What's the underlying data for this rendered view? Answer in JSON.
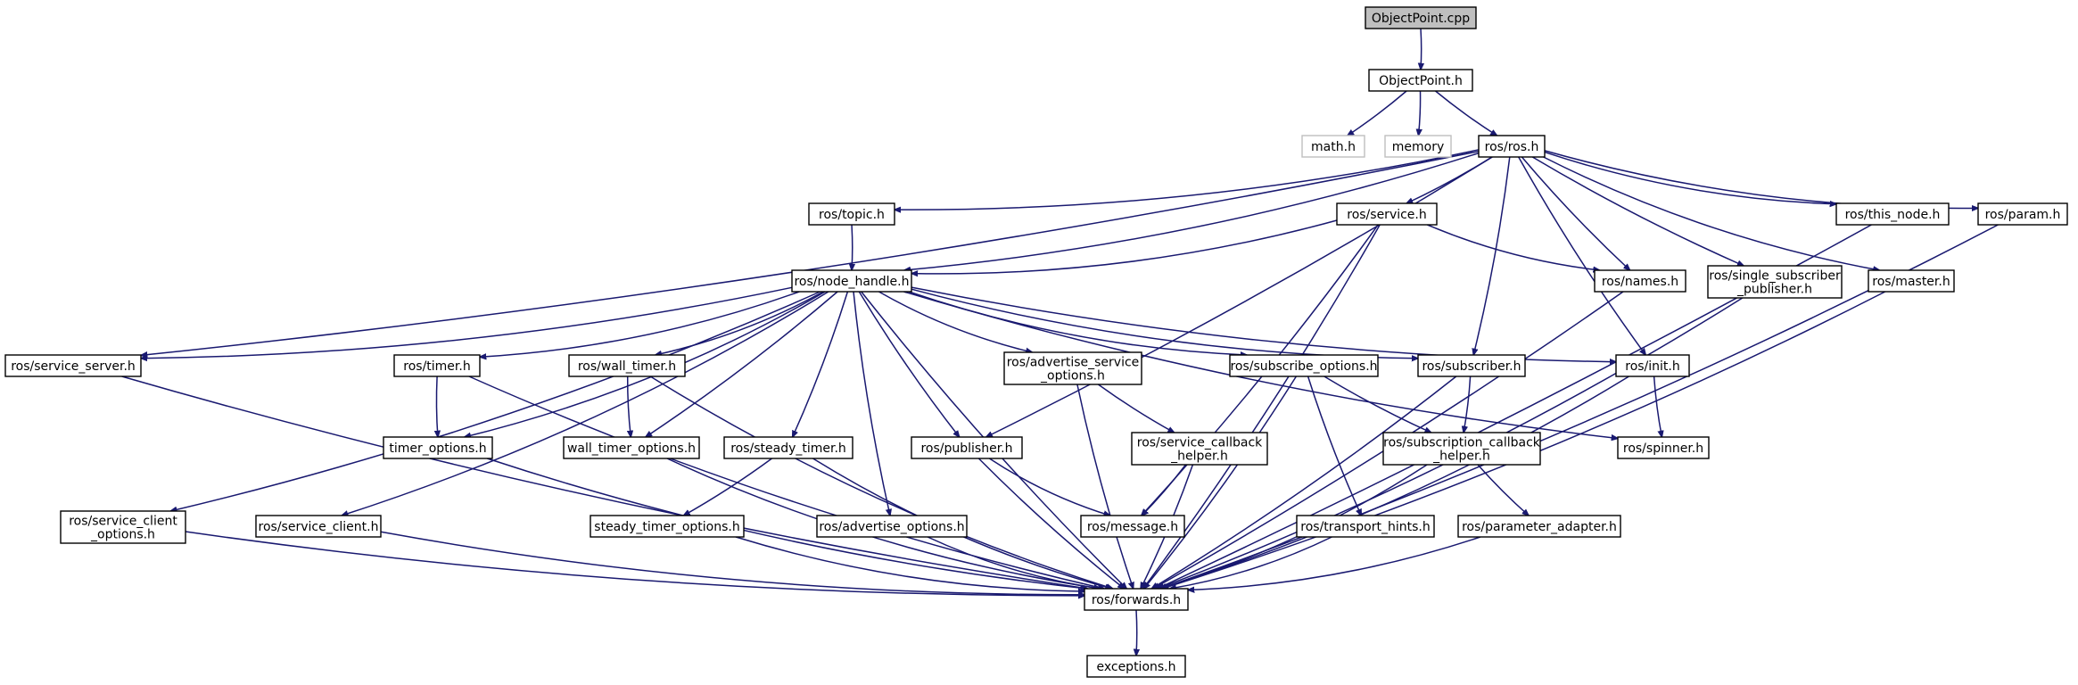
{
  "title": "",
  "colors": {
    "edge": "#191970",
    "root_fill": "#bfbfbf",
    "external_stroke": "#bfbfbf",
    "node_stroke": "#000000"
  },
  "nodes": [
    {
      "id": "objectpoint_cpp",
      "lines": [
        "ObjectPoint.cpp"
      ],
      "kind": "root",
      "clickable": false
    },
    {
      "id": "objectpoint_h",
      "lines": [
        "ObjectPoint.h"
      ],
      "kind": "normal",
      "clickable": true
    },
    {
      "id": "math_h",
      "lines": [
        "math.h"
      ],
      "kind": "external",
      "clickable": false
    },
    {
      "id": "memory",
      "lines": [
        "memory"
      ],
      "kind": "external",
      "clickable": false
    },
    {
      "id": "ros_h",
      "lines": [
        "ros/ros.h"
      ],
      "kind": "normal",
      "clickable": false
    },
    {
      "id": "topic_h",
      "lines": [
        "ros/topic.h"
      ],
      "kind": "normal",
      "clickable": false
    },
    {
      "id": "service_h",
      "lines": [
        "ros/service.h"
      ],
      "kind": "normal",
      "clickable": false
    },
    {
      "id": "this_node_h",
      "lines": [
        "ros/this_node.h"
      ],
      "kind": "normal",
      "clickable": false
    },
    {
      "id": "param_h",
      "lines": [
        "ros/param.h"
      ],
      "kind": "normal",
      "clickable": false
    },
    {
      "id": "node_handle_h",
      "lines": [
        "ros/node_handle.h"
      ],
      "kind": "normal",
      "clickable": false
    },
    {
      "id": "names_h",
      "lines": [
        "ros/names.h"
      ],
      "kind": "normal",
      "clickable": false
    },
    {
      "id": "single_sub_pub_h",
      "lines": [
        "ros/single_subscriber",
        "_publisher.h"
      ],
      "kind": "normal",
      "clickable": false
    },
    {
      "id": "master_h",
      "lines": [
        "ros/master.h"
      ],
      "kind": "normal",
      "clickable": false
    },
    {
      "id": "service_server_h",
      "lines": [
        "ros/service_server.h"
      ],
      "kind": "normal",
      "clickable": false
    },
    {
      "id": "timer_h",
      "lines": [
        "ros/timer.h"
      ],
      "kind": "normal",
      "clickable": false
    },
    {
      "id": "wall_timer_h",
      "lines": [
        "ros/wall_timer.h"
      ],
      "kind": "normal",
      "clickable": false
    },
    {
      "id": "advertise_service_options_h",
      "lines": [
        "ros/advertise_service",
        "_options.h"
      ],
      "kind": "normal",
      "clickable": false
    },
    {
      "id": "subscribe_options_h",
      "lines": [
        "ros/subscribe_options.h"
      ],
      "kind": "normal",
      "clickable": false
    },
    {
      "id": "subscriber_h",
      "lines": [
        "ros/subscriber.h"
      ],
      "kind": "normal",
      "clickable": false
    },
    {
      "id": "init_h",
      "lines": [
        "ros/init.h"
      ],
      "kind": "normal",
      "clickable": false
    },
    {
      "id": "timer_options_h",
      "lines": [
        "timer_options.h"
      ],
      "kind": "normal",
      "clickable": false
    },
    {
      "id": "wall_timer_options_h",
      "lines": [
        "wall_timer_options.h"
      ],
      "kind": "normal",
      "clickable": false
    },
    {
      "id": "steady_timer_h",
      "lines": [
        "ros/steady_timer.h"
      ],
      "kind": "normal",
      "clickable": false
    },
    {
      "id": "publisher_h",
      "lines": [
        "ros/publisher.h"
      ],
      "kind": "normal",
      "clickable": false
    },
    {
      "id": "service_callback_helper_h",
      "lines": [
        "ros/service_callback",
        "_helper.h"
      ],
      "kind": "normal",
      "clickable": false
    },
    {
      "id": "subscription_callback_helper_h",
      "lines": [
        "ros/subscription_callback",
        "_helper.h"
      ],
      "kind": "normal",
      "clickable": false
    },
    {
      "id": "spinner_h",
      "lines": [
        "ros/spinner.h"
      ],
      "kind": "normal",
      "clickable": false
    },
    {
      "id": "service_client_options_h",
      "lines": [
        "ros/service_client",
        "_options.h"
      ],
      "kind": "normal",
      "clickable": false
    },
    {
      "id": "service_client_h",
      "lines": [
        "ros/service_client.h"
      ],
      "kind": "normal",
      "clickable": false
    },
    {
      "id": "steady_timer_options_h",
      "lines": [
        "steady_timer_options.h"
      ],
      "kind": "normal",
      "clickable": false
    },
    {
      "id": "advertise_options_h",
      "lines": [
        "ros/advertise_options.h"
      ],
      "kind": "normal",
      "clickable": false
    },
    {
      "id": "message_h",
      "lines": [
        "ros/message.h"
      ],
      "kind": "normal",
      "clickable": false
    },
    {
      "id": "transport_hints_h",
      "lines": [
        "ros/transport_hints.h"
      ],
      "kind": "normal",
      "clickable": false
    },
    {
      "id": "parameter_adapter_h",
      "lines": [
        "ros/parameter_adapter.h"
      ],
      "kind": "normal",
      "clickable": false
    },
    {
      "id": "forwards_h",
      "lines": [
        "ros/forwards.h"
      ],
      "kind": "normal",
      "clickable": false
    },
    {
      "id": "exceptions_h",
      "lines": [
        "exceptions.h"
      ],
      "kind": "normal",
      "clickable": false
    }
  ],
  "edges": [
    [
      "objectpoint_cpp",
      "objectpoint_h"
    ],
    [
      "objectpoint_h",
      "math_h"
    ],
    [
      "objectpoint_h",
      "memory"
    ],
    [
      "objectpoint_h",
      "ros_h"
    ],
    [
      "ros_h",
      "topic_h"
    ],
    [
      "ros_h",
      "service_h"
    ],
    [
      "ros_h",
      "this_node_h"
    ],
    [
      "ros_h",
      "param_h"
    ],
    [
      "ros_h",
      "node_handle_h"
    ],
    [
      "ros_h",
      "names_h"
    ],
    [
      "ros_h",
      "single_sub_pub_h"
    ],
    [
      "ros_h",
      "master_h"
    ],
    [
      "ros_h",
      "service_server_h"
    ],
    [
      "ros_h",
      "subscriber_h"
    ],
    [
      "ros_h",
      "init_h"
    ],
    [
      "ros_h",
      "publisher_h"
    ],
    [
      "topic_h",
      "node_handle_h"
    ],
    [
      "service_h",
      "node_handle_h"
    ],
    [
      "service_h",
      "names_h"
    ],
    [
      "service_h",
      "message_h"
    ],
    [
      "service_h",
      "forwards_h"
    ],
    [
      "node_handle_h",
      "service_server_h"
    ],
    [
      "node_handle_h",
      "timer_h"
    ],
    [
      "node_handle_h",
      "wall_timer_h"
    ],
    [
      "node_handle_h",
      "advertise_service_options_h"
    ],
    [
      "node_handle_h",
      "subscribe_options_h"
    ],
    [
      "node_handle_h",
      "subscriber_h"
    ],
    [
      "node_handle_h",
      "init_h"
    ],
    [
      "node_handle_h",
      "timer_options_h"
    ],
    [
      "node_handle_h",
      "wall_timer_options_h"
    ],
    [
      "node_handle_h",
      "steady_timer_h"
    ],
    [
      "node_handle_h",
      "publisher_h"
    ],
    [
      "node_handle_h",
      "spinner_h"
    ],
    [
      "node_handle_h",
      "service_client_options_h"
    ],
    [
      "node_handle_h",
      "service_client_h"
    ],
    [
      "node_handle_h",
      "advertise_options_h"
    ],
    [
      "node_handle_h",
      "forwards_h"
    ],
    [
      "service_server_h",
      "forwards_h"
    ],
    [
      "timer_h",
      "timer_options_h"
    ],
    [
      "timer_h",
      "forwards_h"
    ],
    [
      "wall_timer_h",
      "wall_timer_options_h"
    ],
    [
      "wall_timer_h",
      "forwards_h"
    ],
    [
      "advertise_service_options_h",
      "service_callback_helper_h"
    ],
    [
      "advertise_service_options_h",
      "forwards_h"
    ],
    [
      "subscribe_options_h",
      "subscription_callback_helper_h"
    ],
    [
      "subscribe_options_h",
      "transport_hints_h"
    ],
    [
      "subscribe_options_h",
      "forwards_h"
    ],
    [
      "subscriber_h",
      "subscription_callback_helper_h"
    ],
    [
      "subscriber_h",
      "forwards_h"
    ],
    [
      "init_h",
      "spinner_h"
    ],
    [
      "init_h",
      "forwards_h"
    ],
    [
      "timer_options_h",
      "forwards_h"
    ],
    [
      "wall_timer_options_h",
      "forwards_h"
    ],
    [
      "steady_timer_h",
      "steady_timer_options_h"
    ],
    [
      "steady_timer_h",
      "forwards_h"
    ],
    [
      "publisher_h",
      "message_h"
    ],
    [
      "publisher_h",
      "forwards_h"
    ],
    [
      "service_callback_helper_h",
      "message_h"
    ],
    [
      "service_callback_helper_h",
      "forwards_h"
    ],
    [
      "subscription_callback_helper_h",
      "parameter_adapter_h"
    ],
    [
      "subscription_callback_helper_h",
      "forwards_h"
    ],
    [
      "service_client_options_h",
      "forwards_h"
    ],
    [
      "service_client_h",
      "forwards_h"
    ],
    [
      "steady_timer_options_h",
      "forwards_h"
    ],
    [
      "advertise_options_h",
      "forwards_h"
    ],
    [
      "transport_hints_h",
      "forwards_h"
    ],
    [
      "parameter_adapter_h",
      "forwards_h"
    ],
    [
      "names_h",
      "forwards_h"
    ],
    [
      "this_node_h",
      "forwards_h"
    ],
    [
      "param_h",
      "forwards_h"
    ],
    [
      "single_sub_pub_h",
      "forwards_h"
    ],
    [
      "master_h",
      "forwards_h"
    ],
    [
      "forwards_h",
      "exceptions_h"
    ]
  ]
}
